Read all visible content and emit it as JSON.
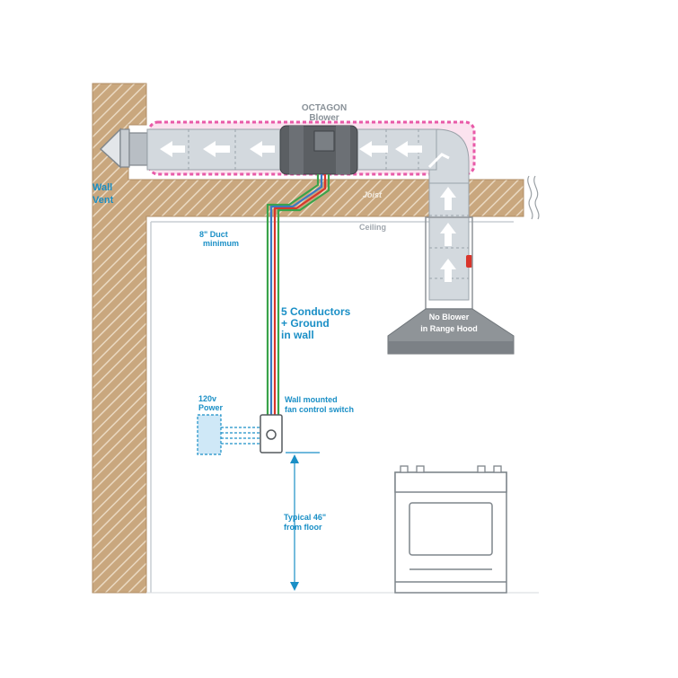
{
  "labels": {
    "blower_line1": "OCTAGON",
    "blower_line2": "Blower",
    "wall_vent_line1": "Wall",
    "wall_vent_line2": "Vent",
    "joist": "Joist",
    "ceiling": "Ceiling",
    "duct_line1": "8\" Duct",
    "duct_line2": "minimum",
    "conductors_line1": "5 Conductors",
    "conductors_line2": "+ Ground",
    "conductors_line3": "in wall",
    "power_line1": "120v",
    "power_line2": "Power",
    "switch_line1": "Wall mounted",
    "switch_line2": "fan control switch",
    "hood_line1": "No Blower",
    "hood_line2": "in Range Hood",
    "height_line1": "Typical 46\"",
    "height_line2": "from floor"
  },
  "colors": {
    "wood": "#c9a77e",
    "wood_hatch": "#e9d9c4",
    "label_blue": "#1a8fc6",
    "label_gray": "#8a9299",
    "insulation_pink": "#e85aa8",
    "duct": "#d3d9de",
    "blower": "#5b5f63",
    "hood": "#8f9498",
    "wire_red": "#d9352b",
    "wire_green": "#3aa34a",
    "wire_blue": "#3a78c4"
  }
}
